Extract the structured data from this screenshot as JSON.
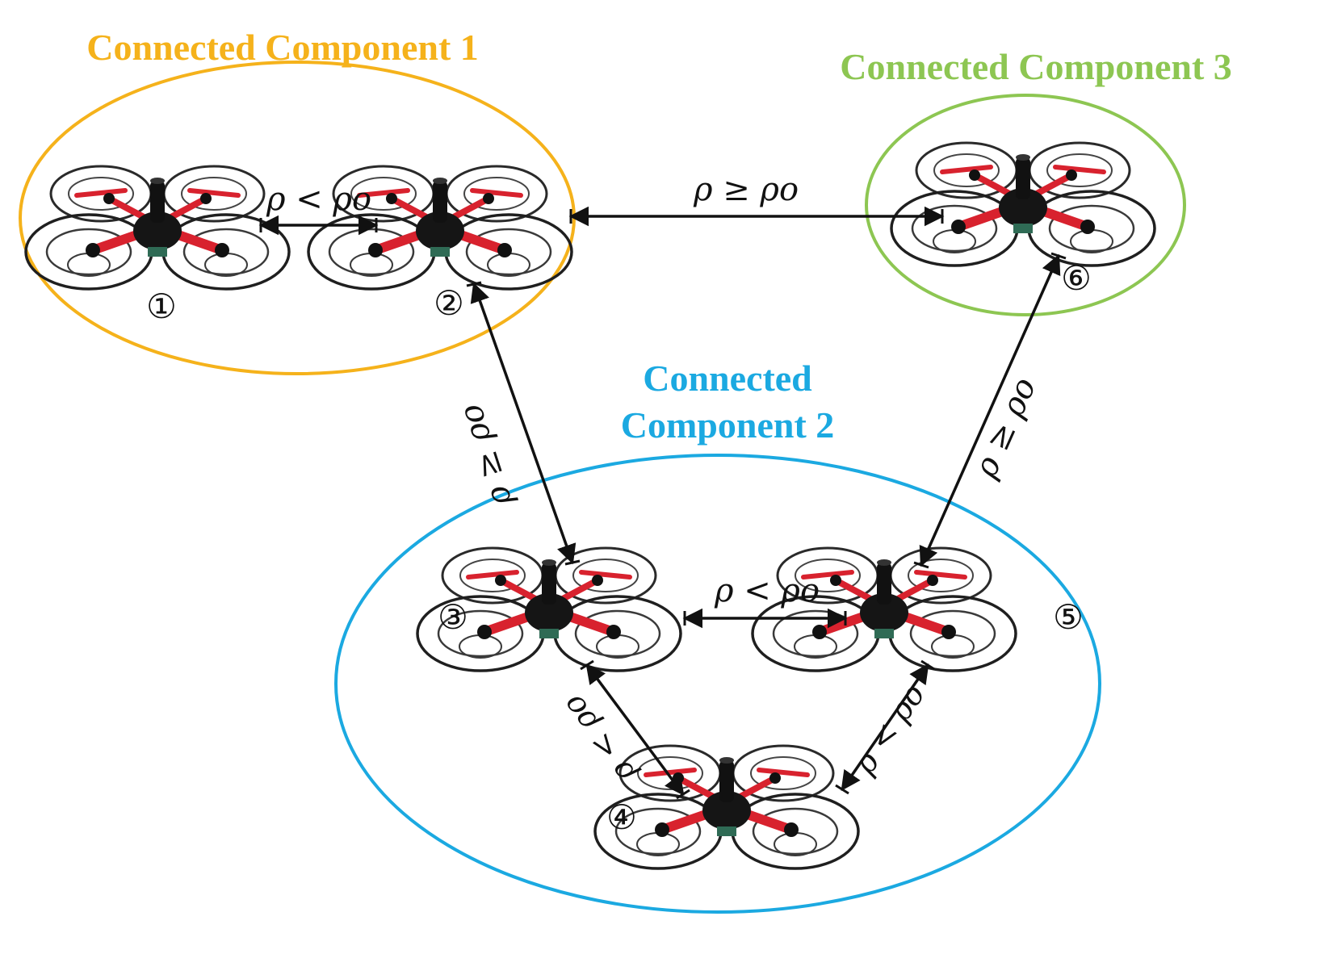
{
  "components": [
    {
      "id": "c1",
      "title": "Connected Component 1",
      "color": "#F5B21B"
    },
    {
      "id": "c2",
      "title_line1": "Connected",
      "title_line2": "Component 2",
      "color": "#1BA9E1"
    },
    {
      "id": "c3",
      "title": "Connected Component 3",
      "color": "#8DC652"
    }
  ],
  "nodes": [
    {
      "id": "n1",
      "label": "①"
    },
    {
      "id": "n2",
      "label": "②"
    },
    {
      "id": "n3",
      "label": "③"
    },
    {
      "id": "n4",
      "label": "④"
    },
    {
      "id": "n5",
      "label": "⑤"
    },
    {
      "id": "n6",
      "label": "⑥"
    }
  ],
  "edges": [
    {
      "id": "e12",
      "from": "n1",
      "to": "n2",
      "relation": "ρ < ρo"
    },
    {
      "id": "e26",
      "from": "n2",
      "to": "n6",
      "relation": "ρ ≥ ρo"
    },
    {
      "id": "e23",
      "from": "n2",
      "to": "n3",
      "relation": "ρ ≥ ρo"
    },
    {
      "id": "e56",
      "from": "n5",
      "to": "n6",
      "relation": "ρ ≥ ρo"
    },
    {
      "id": "e35",
      "from": "n3",
      "to": "n5",
      "relation": "ρ < ρo"
    },
    {
      "id": "e34",
      "from": "n3",
      "to": "n4",
      "relation": "ρ < ρo"
    },
    {
      "id": "e45",
      "from": "n4",
      "to": "n5",
      "relation": "ρ < ρo"
    }
  ],
  "icons": {
    "drone": "caged-quadcopter-icon"
  }
}
